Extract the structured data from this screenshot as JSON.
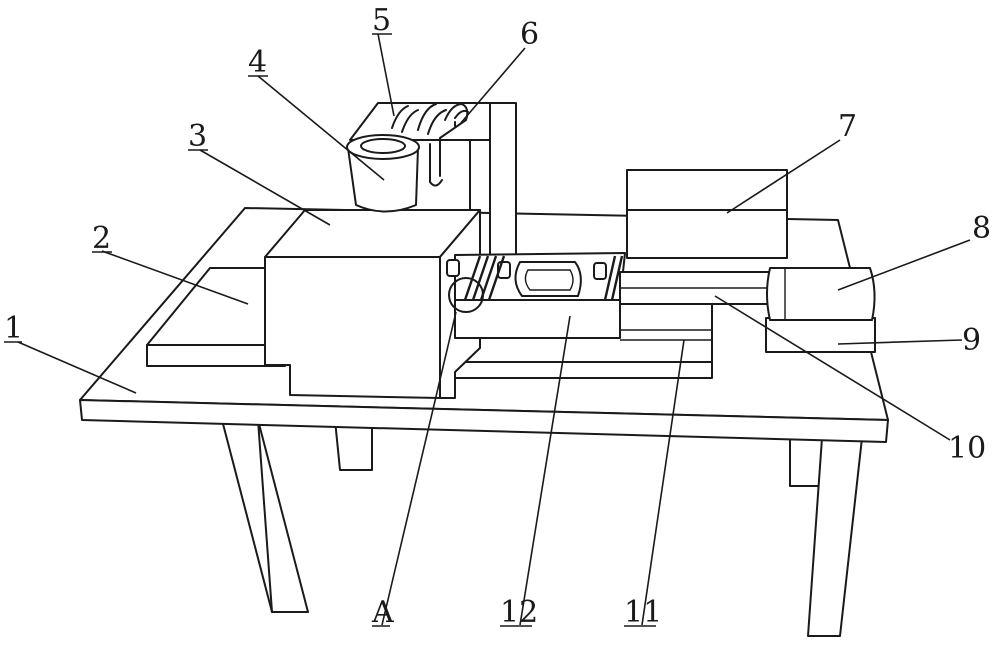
{
  "labels": {
    "l1": "1",
    "l2": "2",
    "l3": "3",
    "l4": "4",
    "l5": "5",
    "l6": "6",
    "l7": "7",
    "l8": "8",
    "l9": "9",
    "l10": "10",
    "l11": "11",
    "l12": "12",
    "lA": "A"
  }
}
